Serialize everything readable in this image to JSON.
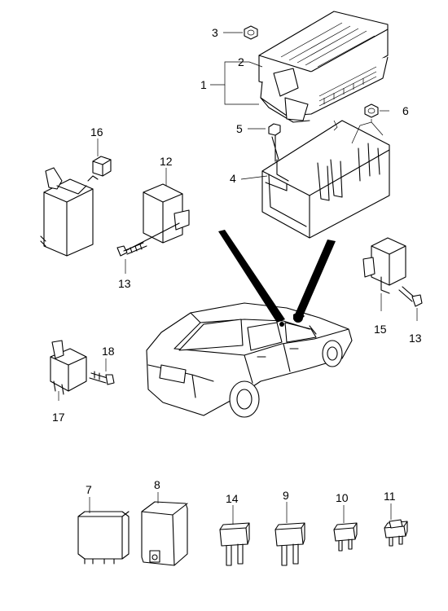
{
  "callouts": {
    "c1": "1",
    "c2": "2",
    "c3": "3",
    "c4": "4",
    "c5": "5",
    "c6": "6",
    "c7": "7",
    "c8": "8",
    "c9": "9",
    "c10": "10",
    "c11": "11",
    "c12": "12",
    "c13a": "13",
    "c13b": "13",
    "c14": "14",
    "c15": "15",
    "c16": "16",
    "c17": "17",
    "c18": "18"
  },
  "colors": {
    "line": "#000000",
    "background": "#ffffff"
  }
}
